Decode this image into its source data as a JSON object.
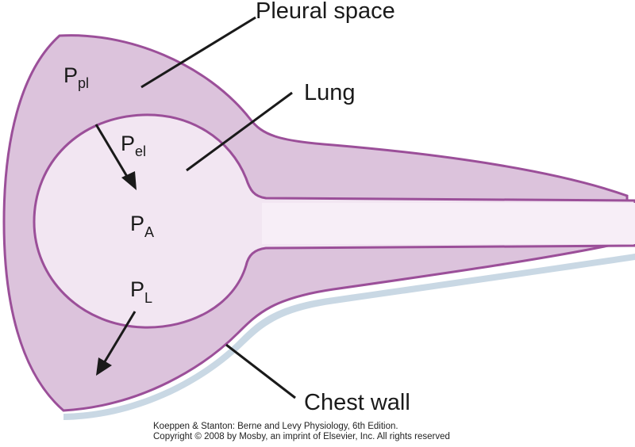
{
  "labels": {
    "pleural_space": "Pleural space",
    "lung": "Lung",
    "chest_wall": "Chest  wall"
  },
  "pressures": {
    "ppl": {
      "symbol": "P",
      "subscript": "pl"
    },
    "pel": {
      "symbol": "P",
      "subscript": "el"
    },
    "pa": {
      "symbol": "P",
      "subscript": "A"
    },
    "pl": {
      "symbol": "P",
      "subscript": "L"
    }
  },
  "credit": {
    "line1": "Koeppen & Stanton: Berne and Levy Physiology, 6th Edition.",
    "line2": "Copyright © 2008 by Mosby, an imprint of Elsevier, Inc. All rights reserved"
  },
  "colors": {
    "pleural_fill": "#dcc3dc",
    "lung_fill": "#f2e6f2",
    "outline": "#9b4f99",
    "chest_wall_shadow": "#c9d8e4"
  }
}
